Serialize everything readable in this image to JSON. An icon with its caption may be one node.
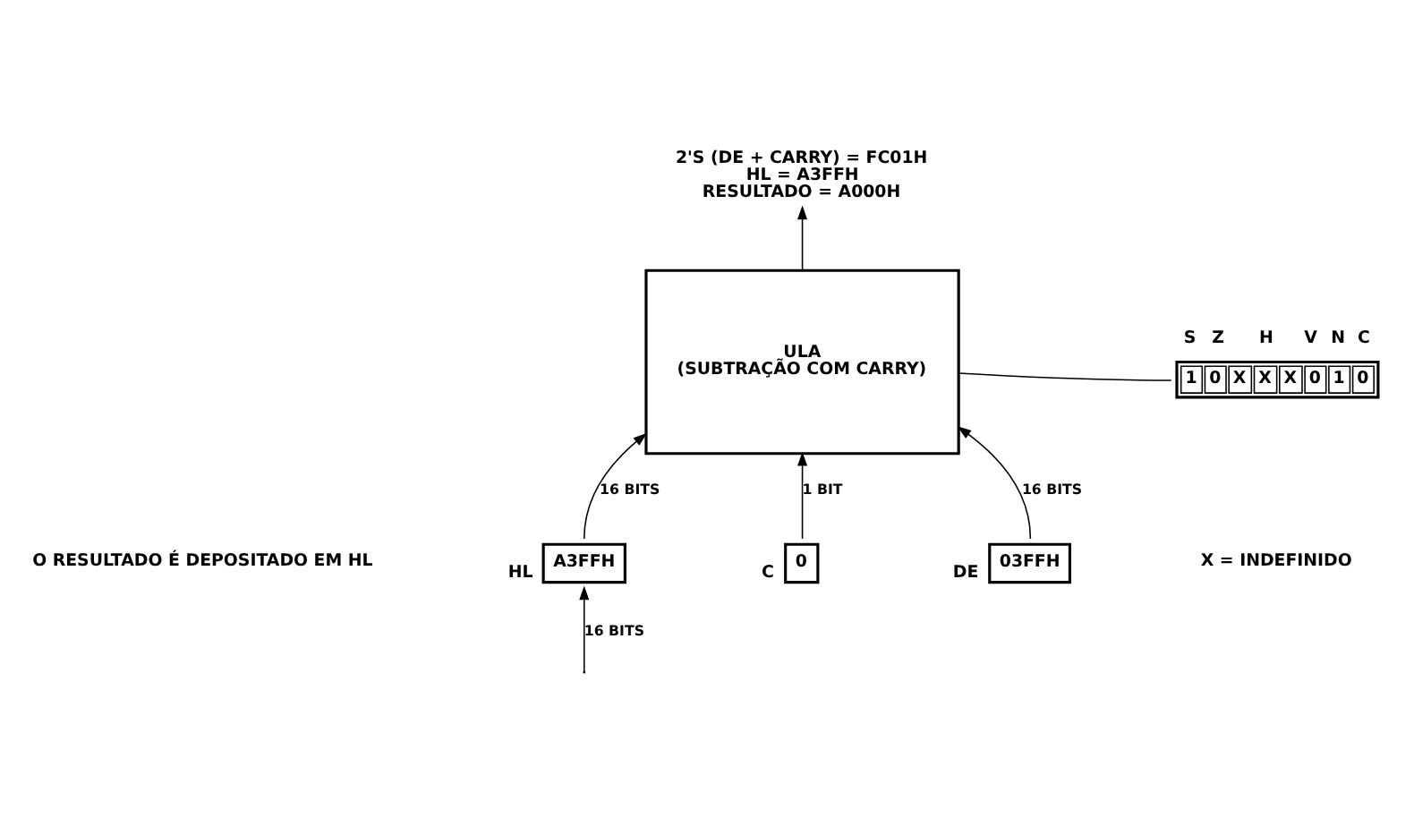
{
  "diagram": {
    "nodes": [
      {
        "text": [
          "2'S (DE + CARRY) = FC01H",
          "HL = A3FFH",
          "RESULTADO = A000H"
        ]
      },
      {
        "text": [
          "ULA",
          "(SUBTRAÇÃO COM CARRY)"
        ]
      },
      {
        "text": [
          "1",
          "0",
          "X",
          "X",
          "X",
          "0",
          "1",
          "0"
        ],
        "beside": [
          "S",
          "Z",
          "H",
          "V",
          "N",
          "C"
        ]
      },
      {
        "text": [
          "A3FFH"
        ],
        "beside": [
          "HL"
        ]
      },
      {
        "text": [
          "0"
        ],
        "beside": [
          "C"
        ]
      },
      {
        "text": [
          "03FFH"
        ],
        "beside": [
          "DE"
        ]
      }
    ],
    "edges": [
      {
        "from": 1,
        "to": 0,
        "arrow": "to"
      },
      {
        "from": 1,
        "to": 2,
        "arrow": "none"
      },
      {
        "from": 3,
        "to": 1,
        "arrow": "to",
        "label": "16 BITS"
      },
      {
        "from": 4,
        "to": 1,
        "arrow": "to",
        "label": "1 BIT"
      },
      {
        "from": 5,
        "to": 1,
        "arrow": "to",
        "label": "16 BITS"
      },
      {
        "from": null,
        "to": 3,
        "arrow": "to",
        "label": "16 BITS"
      }
    ],
    "labels": [
      "O RESULTADO É DEPOSITADO EM HL",
      "X = INDEFINIDO"
    ]
  }
}
